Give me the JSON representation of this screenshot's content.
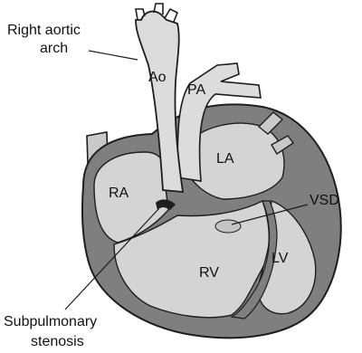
{
  "labels": {
    "right_aortic_arch_line1": "Right aortic",
    "right_aortic_arch_line2": "arch",
    "ao": "Ao",
    "pa": "PA",
    "la": "LA",
    "ra": "RA",
    "rv": "RV",
    "lv": "LV",
    "vsd": "VSD",
    "subpulmonary_line1": "Subpulmonary",
    "subpulmonary_line2": "stenosis"
  },
  "colors": {
    "outline": "#1e1e1e",
    "wall": "#7f7f7f",
    "chamber": "#d4d4d4",
    "vessel": "#dcdcdc",
    "text": "#111111"
  }
}
